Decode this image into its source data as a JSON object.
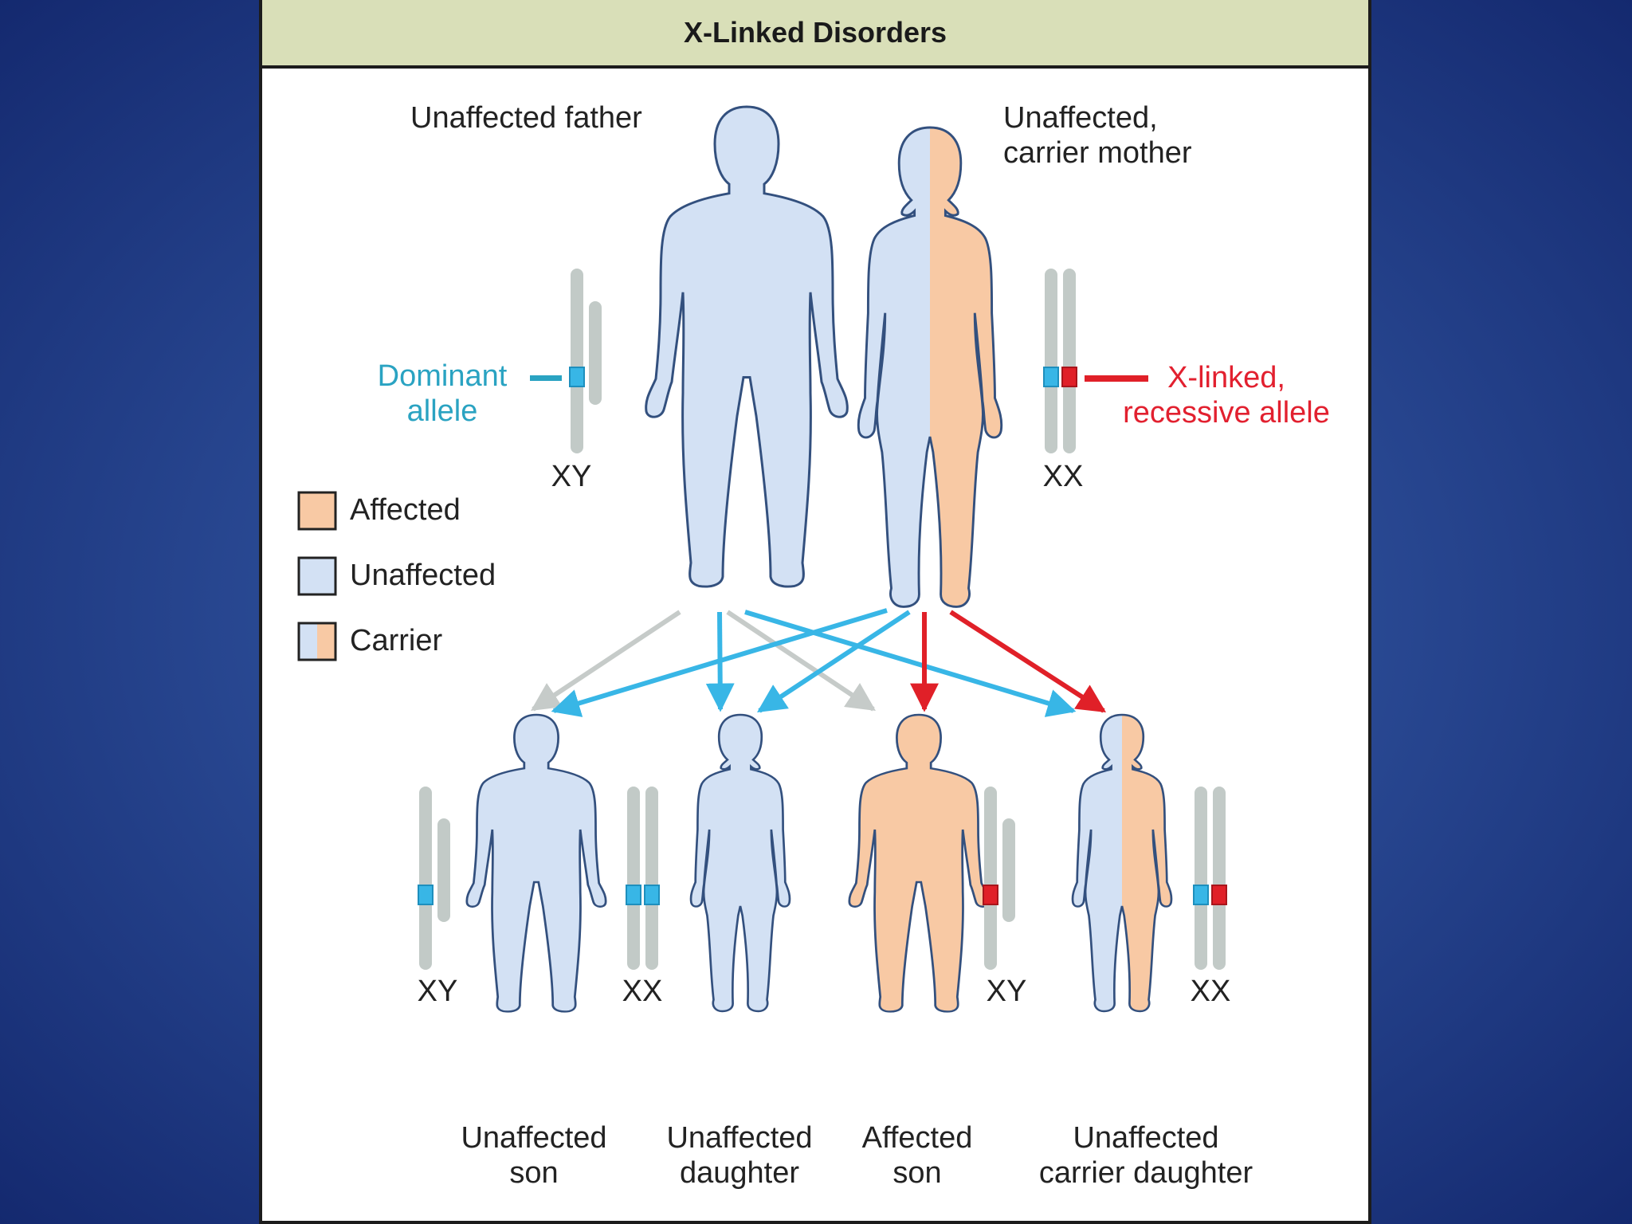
{
  "title": "X-Linked Disorders",
  "parents": {
    "father": "Unaffected father",
    "mother_line1": "Unaffected,",
    "mother_line2": "carrier mother",
    "father_chromosomes": "XY",
    "mother_chromosomes": "XX"
  },
  "alleles": {
    "dominant_line1": "Dominant",
    "dominant_line2": "allele",
    "recessive_line1": "X-linked,",
    "recessive_line2": "recessive allele"
  },
  "legend": {
    "affected": "Affected",
    "unaffected": "Unaffected",
    "carrier": "Carrier"
  },
  "children": [
    {
      "line1": "Unaffected",
      "line2": "son",
      "chromosomes": "XY"
    },
    {
      "line1": "Unaffected",
      "line2": "daughter",
      "chromosomes": "XX"
    },
    {
      "line1": "Affected",
      "line2": "son",
      "chromosomes": "XY"
    },
    {
      "line1": "Unaffected",
      "line2": "carrier daughter",
      "chromosomes": "XX"
    }
  ],
  "colors": {
    "affected": "#f8c9a4",
    "unaffected": "#d3e1f4",
    "outline": "#33507e",
    "dominant": "#38b6e6",
    "recessive": "#e02028",
    "chromosome": "#c2cac7",
    "arrow_grey": "#c6cbc9"
  }
}
